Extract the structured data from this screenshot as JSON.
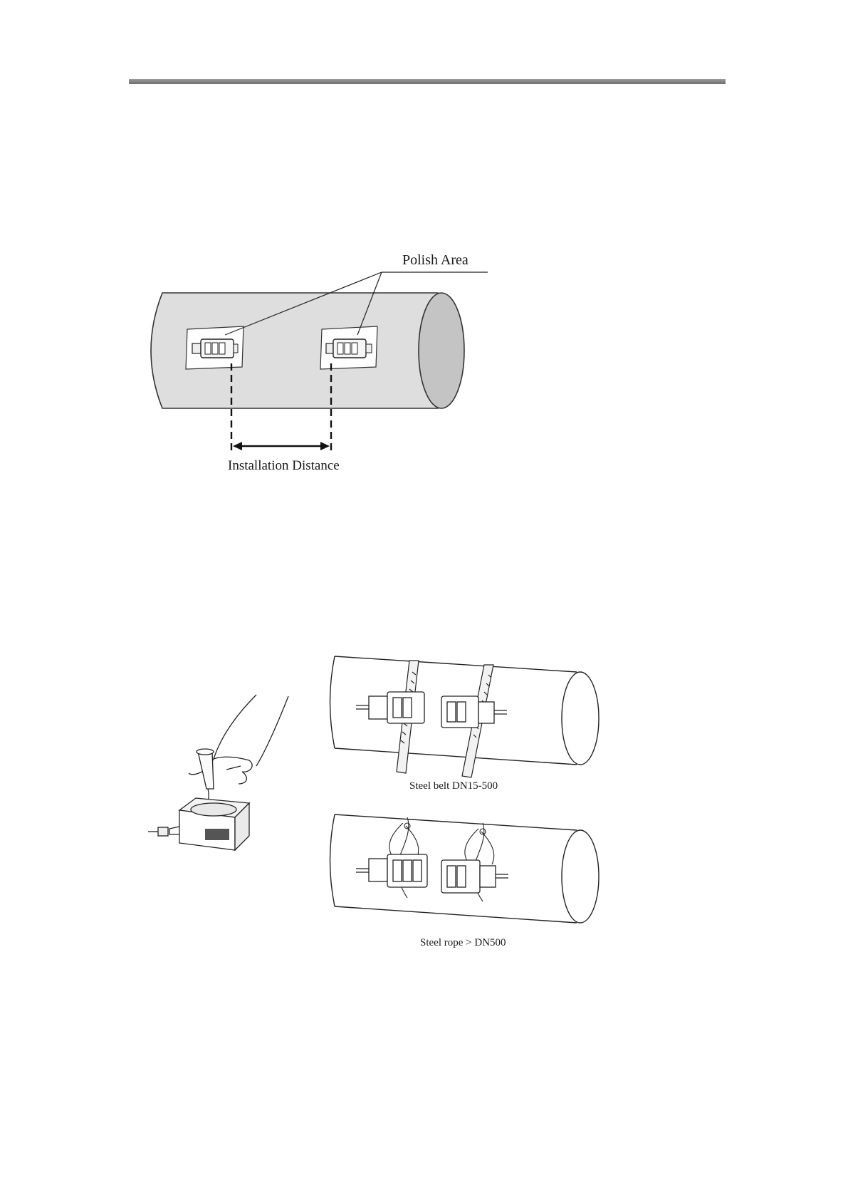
{
  "figure1": {
    "polish_label": "Polish Area",
    "distance_label": "Installation Distance"
  },
  "figure2": {
    "belt_caption": "Steel belt  DN15-500",
    "rope_caption": "Steel rope > DN500"
  },
  "colors": {
    "pipe_fill": "#dedede",
    "pipe_end": "#c4c4c4",
    "rule": "#7a7a7a"
  }
}
